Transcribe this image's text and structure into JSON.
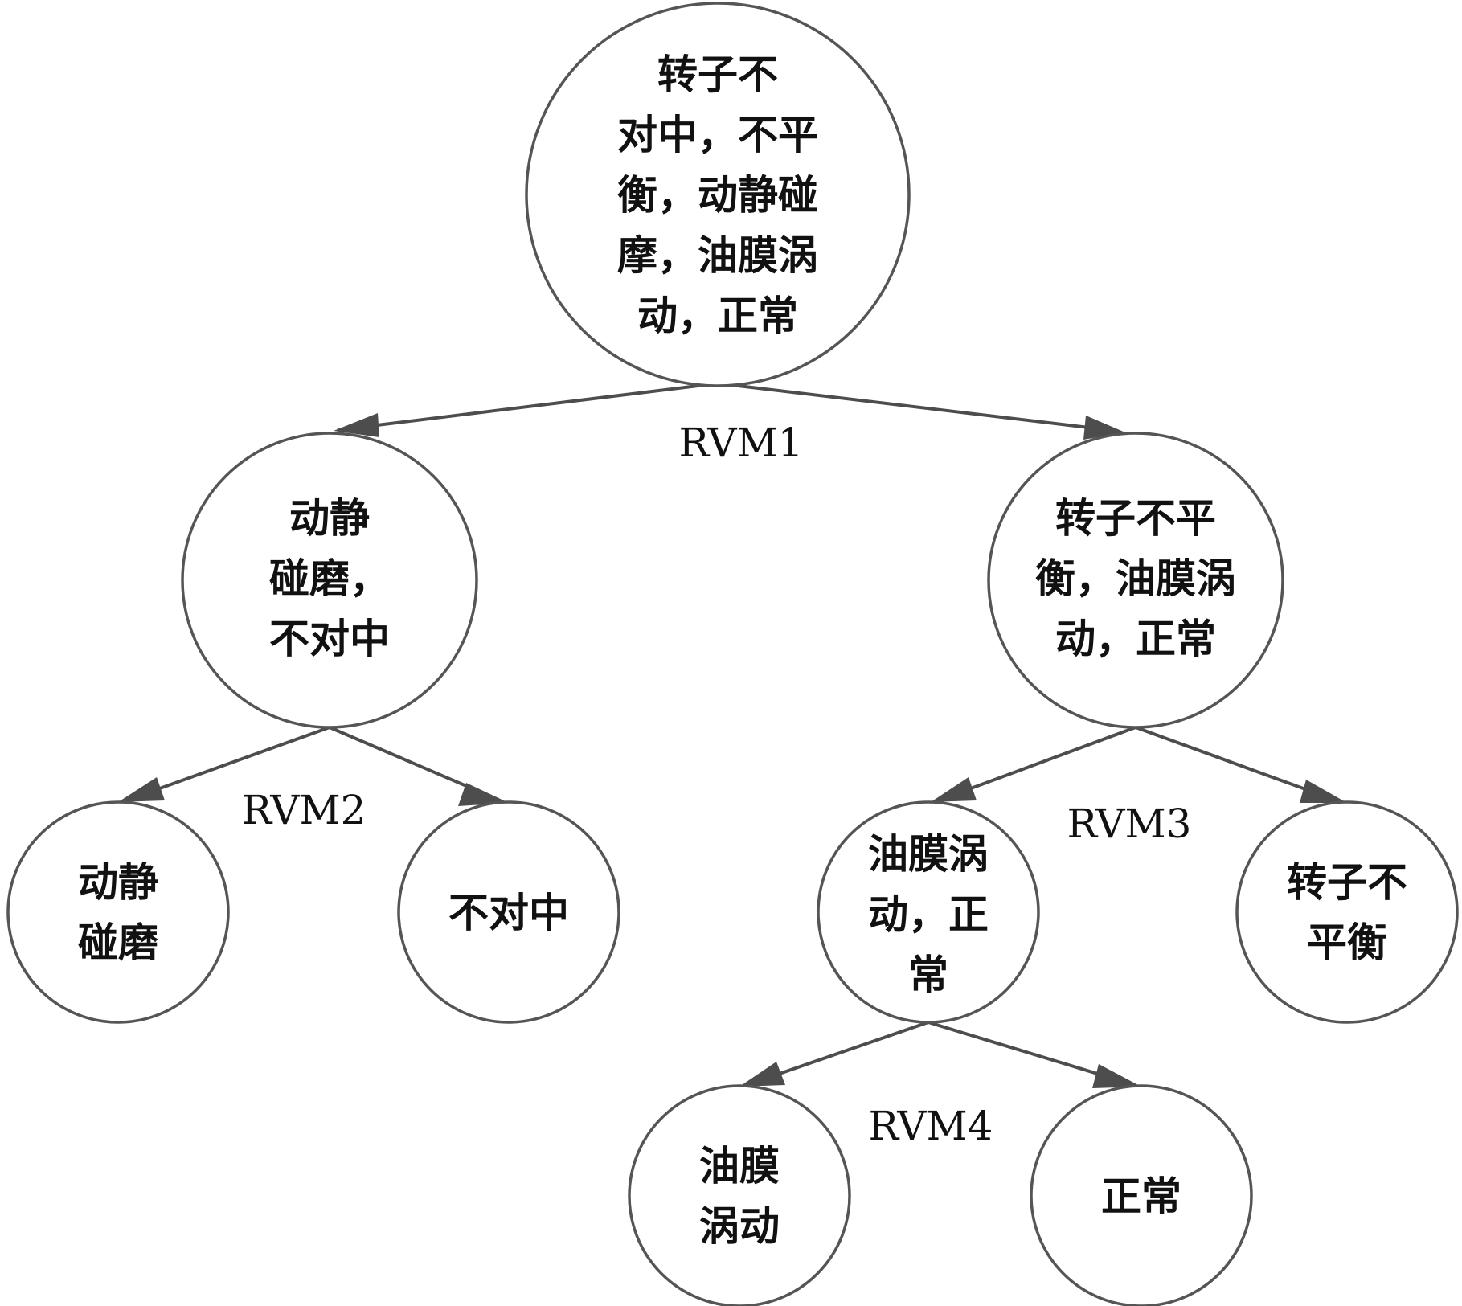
{
  "nodes": {
    "root": {
      "lines": [
        "转子不",
        "对中，不平",
        "衡，动静碰",
        "摩，油膜涡",
        "动，正常"
      ]
    },
    "left": {
      "lines": [
        "动静",
        "碰磨，",
        "不对中"
      ]
    },
    "right": {
      "lines": [
        "转子不平",
        "衡，油膜涡",
        "动，正常"
      ]
    },
    "left_left": {
      "lines": [
        "动静",
        "碰磨"
      ]
    },
    "left_right": {
      "lines": [
        "不对中"
      ]
    },
    "right_left": {
      "lines": [
        "油膜涡",
        "动，正",
        "常"
      ]
    },
    "right_right": {
      "lines": [
        "转子不",
        "平衡"
      ]
    },
    "rl_left": {
      "lines": [
        "油膜",
        "涡动"
      ]
    },
    "rl_right": {
      "lines": [
        "正常"
      ]
    }
  },
  "classifiers": {
    "rvm1": "RVM1",
    "rvm2": "RVM2",
    "rvm3": "RVM3",
    "rvm4": "RVM4"
  },
  "colors": {
    "edge": "#4d4d4d",
    "circle_stroke": "#555555",
    "text": "#111111"
  }
}
